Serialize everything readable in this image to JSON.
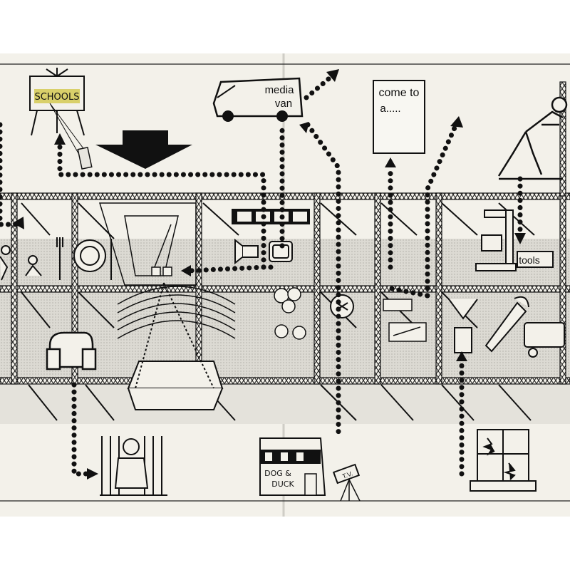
{
  "labels": {
    "schools": "SCHOOLS",
    "media_van_line1": "media",
    "media_van_line2": "van",
    "come_to_line1": "come to",
    "come_to_line2": "a.....",
    "tools": "tools",
    "dog_duck_line1": "DOG &",
    "dog_duck_line2": "DUCK",
    "tv": "T.V."
  },
  "colors": {
    "paper": "#f3f1ea",
    "shade": "#d8d6cf",
    "ink": "#111111",
    "schools_sign": "#d9d06a"
  }
}
